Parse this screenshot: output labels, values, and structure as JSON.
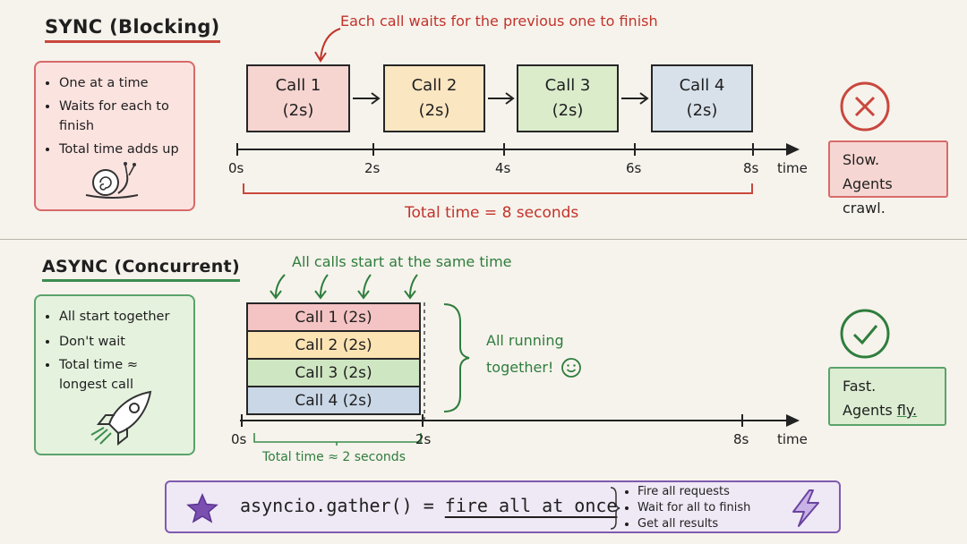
{
  "sync": {
    "title": "SYNC (Blocking)",
    "annotation": "Each call waits for the previous one to finish",
    "bullets": [
      "One at a time",
      "Waits for each to finish",
      "Total time adds up"
    ],
    "calls": [
      {
        "name": "Call 1",
        "duration": "(2s)",
        "color": "#f6d4d0"
      },
      {
        "name": "Call 2",
        "duration": "(2s)",
        "color": "#fbe6c2"
      },
      {
        "name": "Call 3",
        "duration": "(2s)",
        "color": "#dbeccb"
      },
      {
        "name": "Call 4",
        "duration": "(2s)",
        "color": "#d8e1ea"
      }
    ],
    "ticks": [
      "0s",
      "2s",
      "4s",
      "6s",
      "8s"
    ],
    "axis_label": "time",
    "total": "Total time = 8  seconds",
    "verdict": [
      "Slow.",
      "Agents crawl."
    ]
  },
  "async": {
    "title": "ASYNC (Concurrent)",
    "annotation": "All calls start at the same time",
    "bullets": [
      "All start together",
      "Don't wait",
      "Total time ≈ longest call"
    ],
    "calls": [
      {
        "label": "Call 1 (2s)",
        "color": "#f4c3c3"
      },
      {
        "label": "Call 2 (2s)",
        "color": "#fbe3b3"
      },
      {
        "label": "Call 3 (2s)",
        "color": "#cfe6c2"
      },
      {
        "label": "Call 4 (2s)",
        "color": "#c9d7e6"
      }
    ],
    "running_line1": "All running",
    "running_line2": "together!",
    "ticks": [
      "0s",
      "2s",
      "8s"
    ],
    "axis_label": "time",
    "total": "Total time ≈ 2  seconds",
    "verdict_line1": "Fast.",
    "verdict_line2_prefix": "Agents ",
    "verdict_line2_em": "fly."
  },
  "footer": {
    "code": "asyncio.gather() = ",
    "emphasis": "fire all at once",
    "bullets": [
      "Fire all requests",
      "Wait for all to finish",
      "Get all results"
    ]
  },
  "colors": {
    "red": "#c1332b",
    "green": "#2f7d3d",
    "purple": "#7f5bb0"
  }
}
